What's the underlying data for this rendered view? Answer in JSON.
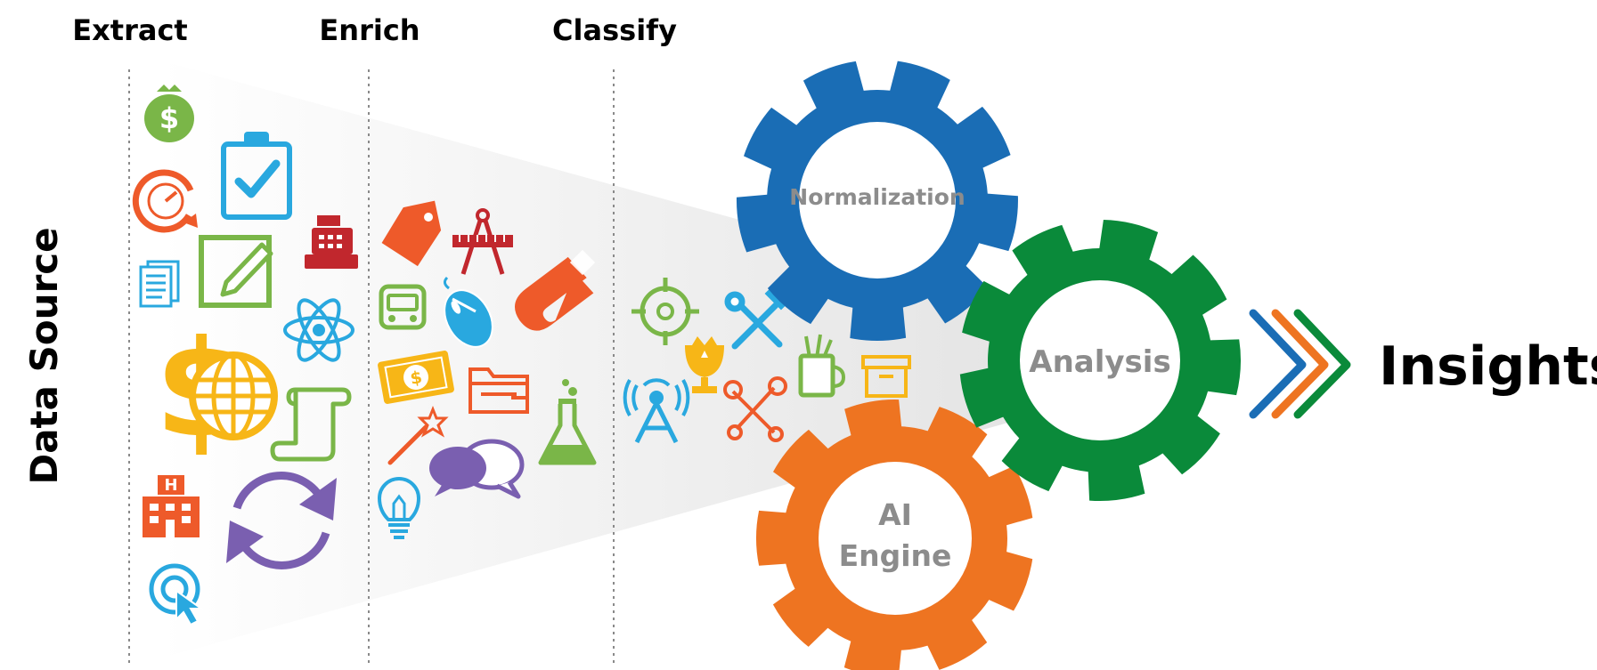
{
  "stages": [
    "Extract",
    "Enrich",
    "Classify"
  ],
  "side_label": "Data Source",
  "gears": {
    "normalization": {
      "label": "Normalization",
      "color": "#1a6db5"
    },
    "analysis": {
      "label": "Analysis",
      "color": "#0a8a3a"
    },
    "ai_engine": {
      "line1": "AI",
      "line2": "Engine",
      "color": "#ee7421"
    }
  },
  "output_label": "Insights",
  "colors": {
    "green": "#7ab648",
    "blue": "#29a8df",
    "orange": "#ee5a2a",
    "red": "#c1272d",
    "yellow": "#f7b617",
    "purple": "#7a5fb0",
    "gear_text": "#8c8c8c",
    "divider": "#8a8a8a"
  },
  "icons": [
    "money-bag-icon",
    "clipboard-check-icon",
    "speedometer-icon",
    "edit-note-icon",
    "cash-register-icon",
    "documents-icon",
    "atom-icon",
    "dollar-globe-icon",
    "scroll-icon",
    "hospital-icon",
    "refresh-cycle-icon",
    "click-target-icon",
    "price-tag-icon",
    "compass-ruler-icon",
    "bus-icon",
    "mouse-icon",
    "magnet-icon",
    "banknote-icon",
    "folder-icon",
    "magic-wand-icon",
    "flask-icon",
    "chat-bubbles-icon",
    "lightbulb-icon",
    "crosshair-icon",
    "tools-icon",
    "signal-tower-icon",
    "trophy-icon",
    "wrench-cross-icon",
    "pencil-cup-icon",
    "archive-box-icon",
    "chevron-arrows-icon"
  ]
}
